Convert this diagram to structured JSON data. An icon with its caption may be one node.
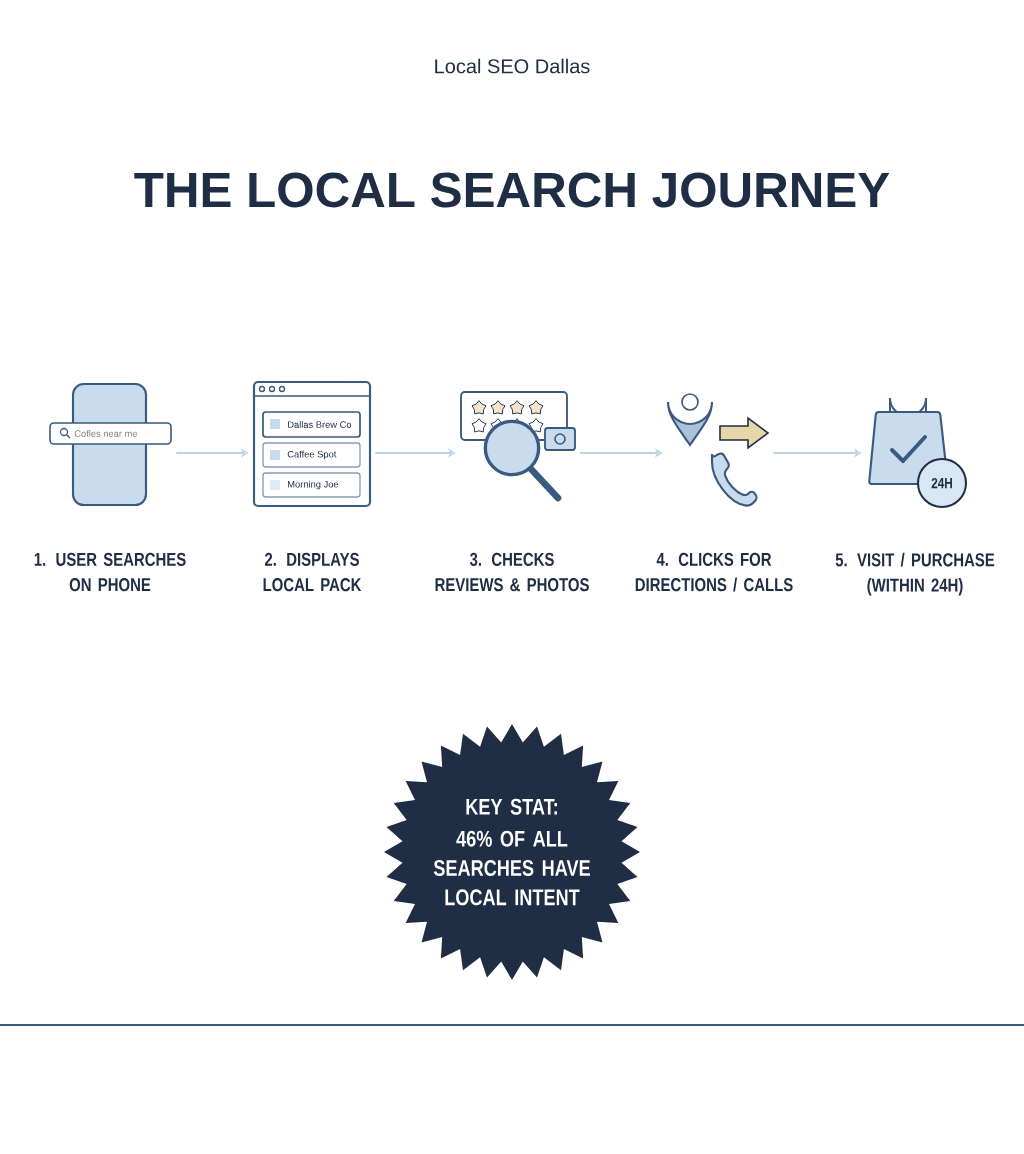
{
  "diagram": {
    "title": "THE LOCAL SEARCH JOURNEY",
    "nodes": [
      {
        "text": [
          "1. USER SEARCHES ON PHONE"
        ]
      },
      {
        "text": [
          "2. DISPLAYS LOCAL PACK"
        ]
      },
      {
        "text": [
          "3. CHECKS REVIEWS & PHOTOS"
        ]
      },
      {
        "text": [
          "4. CLICKS FOR DIRECTIONS / CALLS"
        ]
      },
      {
        "text": [
          "5. VISIT / PURCHASE (WITHIN 24H)"
        ]
      },
      {
        "text": [
          "KEY STAT:",
          "46% OF ALL SEARCHES HAVE LOCAL INTENT"
        ]
      }
    ],
    "edges": [
      {
        "from": 0,
        "to": 1,
        "arrow": "to"
      },
      {
        "from": 1,
        "to": 2,
        "arrow": "to"
      },
      {
        "from": 2,
        "to": 3,
        "arrow": "to"
      },
      {
        "from": 3,
        "to": 4,
        "arrow": "to"
      }
    ],
    "labels": [
      "Local SEO Dallas",
      "Cofles near me",
      "Dallas Brew Co",
      "Caffee Spot",
      "Morning Joe",
      "24H"
    ]
  }
}
